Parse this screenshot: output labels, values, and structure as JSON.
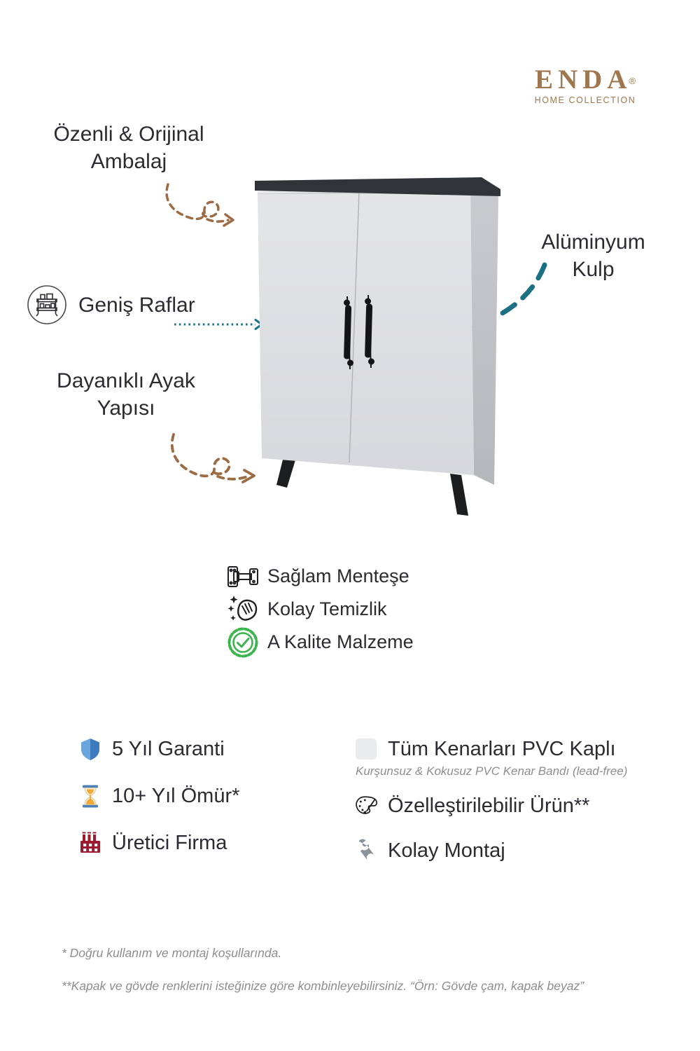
{
  "brand": {
    "name": "ENDA",
    "registered": "®",
    "tagline": "HOME COLLECTION"
  },
  "callouts": {
    "packaging": {
      "line1": "Özenli & Orijinal",
      "line2": "Ambalaj"
    },
    "shelves": {
      "label": "Geniş Raflar"
    },
    "handle": {
      "line1": "Alüminyum",
      "line2": "Kulp"
    },
    "legs": {
      "line1": "Dayanıklı Ayak",
      "line2": "Yapısı"
    }
  },
  "mid_features": [
    {
      "icon": "hinge-icon",
      "label": "Sağlam Menteşe"
    },
    {
      "icon": "hand-wipe-icon",
      "label": "Kolay Temizlik"
    },
    {
      "icon": "quality-seal-icon",
      "label": "A Kalite Malzeme"
    }
  ],
  "bottom_features": {
    "left": [
      {
        "icon": "shield-icon",
        "label": "5 Yıl Garanti"
      },
      {
        "icon": "hourglass-icon",
        "label": "10+ Yıl Ömür*"
      },
      {
        "icon": "factory-icon",
        "label": "Üretici Firma"
      }
    ],
    "right": [
      {
        "icon": "pvc-edge-icon",
        "label": "Tüm Kenarları PVC Kaplı",
        "subtitle": "Kurşunsuz & Kokusuz PVC Kenar Bandı (lead-free)"
      },
      {
        "icon": "palette-icon",
        "label": "Özelleştirilebilir Ürün**"
      },
      {
        "icon": "wrench-icon",
        "label": "Kolay Montaj"
      }
    ]
  },
  "footnotes": [
    "* Doğru kullanım ve montaj koşullarında.",
    "**Kapak ve gövde renklerini isteğinize göre kombinleyebilirsiniz. “Örn: Gövde çam, kapak beyaz”"
  ],
  "colors": {
    "brand_brown": "#a0764e",
    "arrow_brown": "#9c6b44",
    "accent_teal": "#17748a",
    "seal_green": "#3cb54e",
    "text_dark": "#2b2b33",
    "muted_gray": "#8d8d92"
  }
}
